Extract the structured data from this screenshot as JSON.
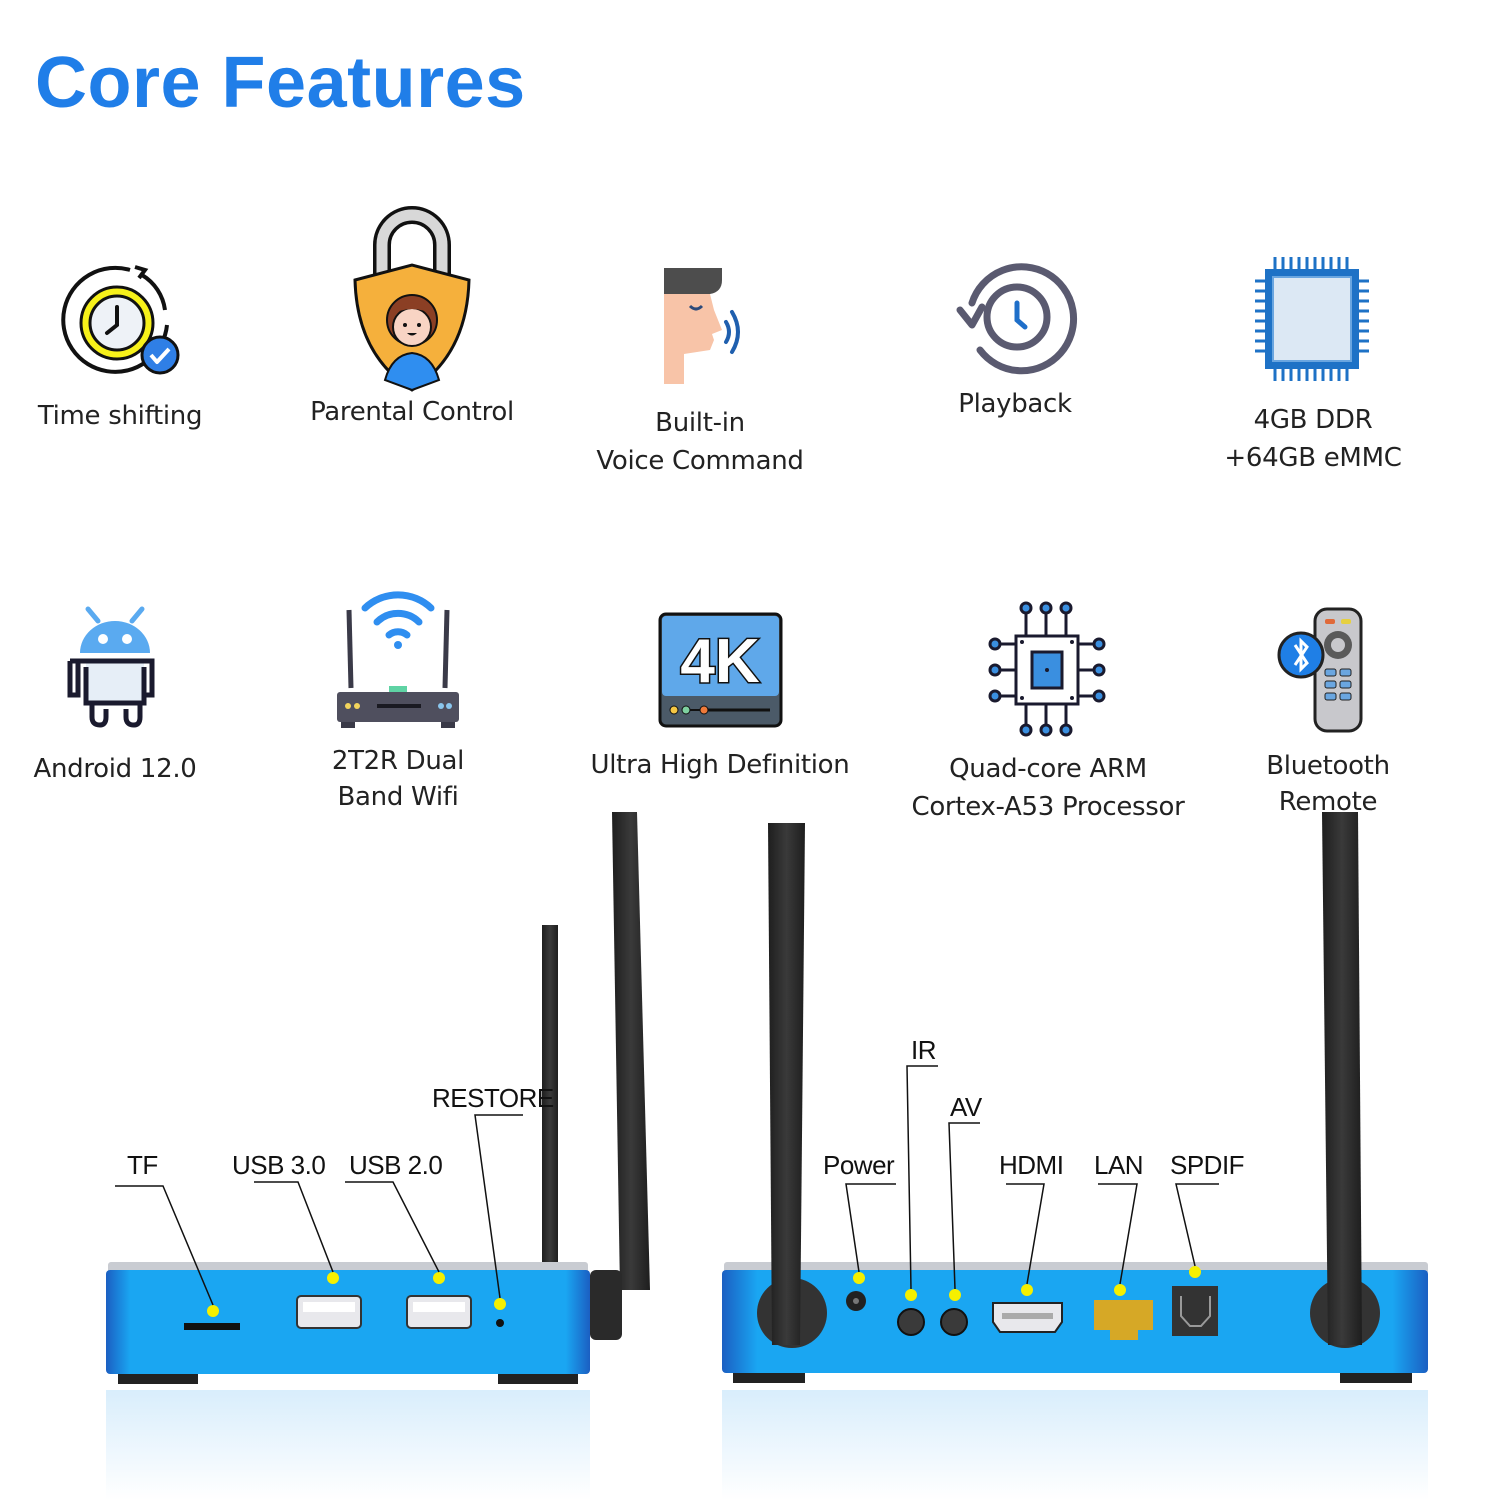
{
  "title": "Core Features",
  "colors": {
    "accent": "#207ee8",
    "device_blue": "#1aa0ee",
    "indicator_yellow": "#f5f000",
    "antenna": "#2e2e2e"
  },
  "features_row1": [
    {
      "icon": "clock-sync-icon",
      "lines": [
        "Time shifting"
      ]
    },
    {
      "icon": "shield-lock-child-icon",
      "lines": [
        "Parental Control"
      ]
    },
    {
      "icon": "voice-speaking-icon",
      "lines": [
        "Built-in",
        "Voice Command"
      ]
    },
    {
      "icon": "playback-history-icon",
      "lines": [
        "Playback"
      ]
    },
    {
      "icon": "memory-chip-icon",
      "lines": [
        "4GB DDR",
        "+64GB eMMC"
      ]
    }
  ],
  "features_row2": [
    {
      "icon": "android-robot-icon",
      "lines": [
        "Android 12.0"
      ]
    },
    {
      "icon": "wifi-router-icon",
      "lines": [
        "2T2R Dual",
        "Band Wifi"
      ]
    },
    {
      "icon": "4k-screen-icon",
      "lines": [
        "Ultra High Definition"
      ],
      "badge": "4K"
    },
    {
      "icon": "processor-circuit-icon",
      "lines": [
        "Quad-core ARM",
        "Cortex-A53 Processor"
      ]
    },
    {
      "icon": "bluetooth-remote-icon",
      "lines": [
        "Bluetooth",
        "Remote"
      ]
    }
  ],
  "front_ports": [
    "TF",
    "USB 3.0",
    "USB 2.0",
    "RESTORE"
  ],
  "rear_ports": [
    "Power",
    "IR",
    "AV",
    "HDMI",
    "LAN",
    "SPDIF"
  ]
}
